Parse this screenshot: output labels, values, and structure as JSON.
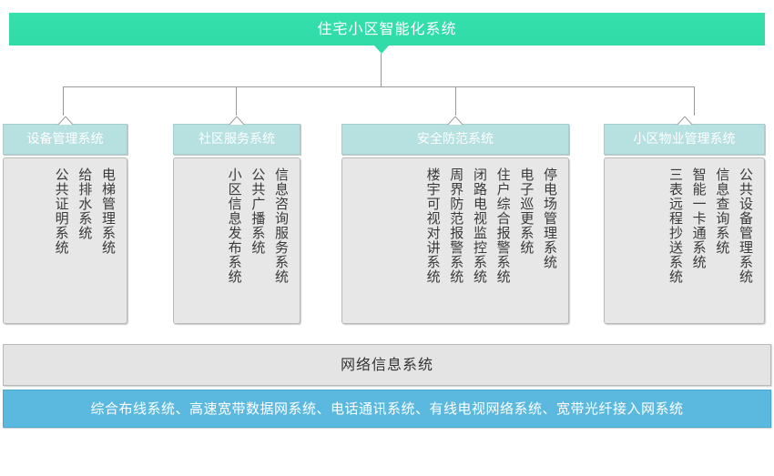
{
  "diagram": {
    "title": "住宅小区智能化系统",
    "colors": {
      "root_bar": "#33ddab",
      "group_header": "#b6e1e0",
      "group_body": "#e7e7e7",
      "network_bar": "#e4e4e4",
      "infra_bar": "#5bb9e0",
      "connector_line": "#9a9a9a"
    },
    "groups": [
      {
        "header": "设备管理系统",
        "items": [
          "电梯管理系统",
          "给排水系统",
          "公共证明系统"
        ]
      },
      {
        "header": "社区服务系统",
        "items": [
          "信息咨询服务系统",
          "公共广播系统",
          "小区信息发布系统"
        ]
      },
      {
        "header": "安全防范系统",
        "items": [
          "停电场管理系统",
          "电子巡更系统",
          "住户综合报警系统",
          "闭路电视监控系统",
          "周界防范报警系统",
          "楼宇可视对讲系统"
        ]
      },
      {
        "header": "小区物业管理系统",
        "items": [
          "公共设备管理系统",
          "信息查询系统",
          "智能一卡通系统",
          "三表远程抄送系统"
        ]
      }
    ],
    "network_layer": "网络信息系统",
    "infrastructure_layer": "综合布线系统、高速宽带数据网系统、电话通讯系统、有线电视网络系统、宽带光纤接入网系统"
  }
}
